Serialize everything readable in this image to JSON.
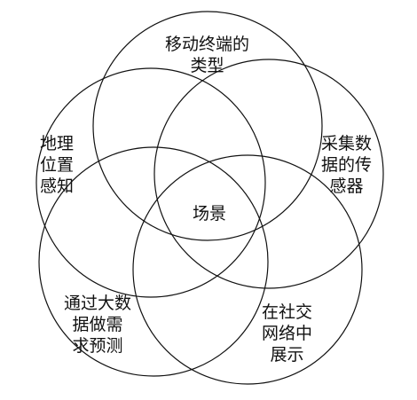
{
  "diagram": {
    "center_label": "场景",
    "petals": [
      {
        "id": "top",
        "lines": [
          "移动终端的",
          "类型"
        ]
      },
      {
        "id": "left",
        "lines": [
          "地理",
          "位置",
          "感知"
        ]
      },
      {
        "id": "right",
        "lines": [
          "采集数",
          "据的传",
          "感器"
        ]
      },
      {
        "id": "bottom-left",
        "lines": [
          "通过大数",
          "据做需",
          "求预测"
        ]
      },
      {
        "id": "bottom-right",
        "lines": [
          "在社交",
          "网络中",
          "展示"
        ]
      }
    ],
    "colors": {
      "stroke": "#111111",
      "background": "#ffffff",
      "text": "#111111"
    }
  }
}
